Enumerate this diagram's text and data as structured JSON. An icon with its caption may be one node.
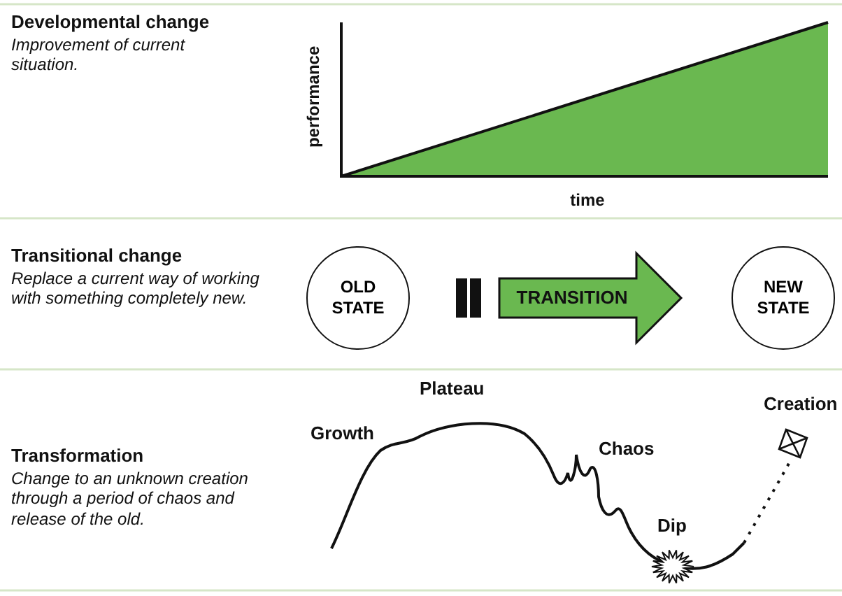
{
  "diagram": {
    "nodes": [
      {
        "text": [
          "OLD STATE"
        ]
      },
      {
        "text": [
          "NEW STATE"
        ]
      },
      {
        "text": [],
        "shape": "kite",
        "beside": [
          "Creation"
        ]
      }
    ],
    "edges": [
      {
        "from": 0,
        "to": 1,
        "arrow": "to",
        "label": "TRANSITION",
        "style": "thick"
      },
      {
        "from": null,
        "to": 2,
        "arrow": "none",
        "style": "dashed"
      }
    ],
    "labels": [
      "Developmental change",
      "Improvement of current situation.",
      "performance",
      "time",
      "Transitional change",
      "Replace a current way of working with something completely new.",
      "Transformation",
      "Change to an unknown creation through a period of chaos and release of the old.",
      "Growth",
      "Plateau",
      "Chaos",
      "Dip"
    ]
  }
}
